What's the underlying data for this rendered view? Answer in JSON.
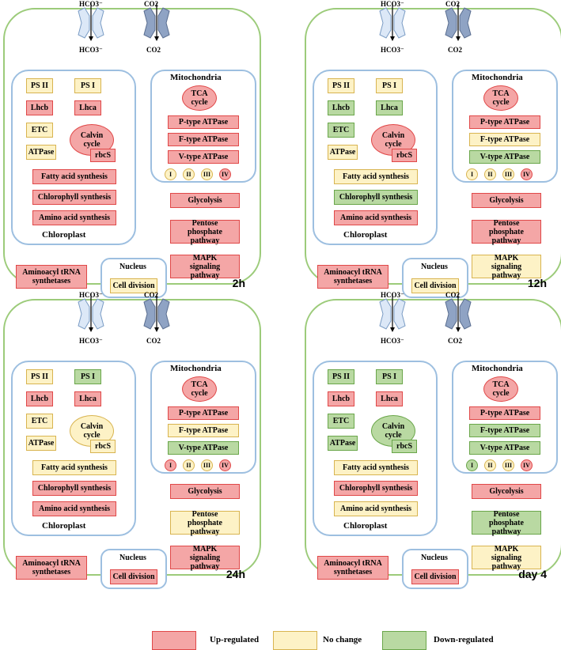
{
  "labels": {
    "hco3": "HCO3⁻",
    "co2": "CO2",
    "mitochondria": "Mitochondria",
    "chloroplast": "Chloroplast",
    "nucleus": "Nucleus",
    "ps2": "PS II",
    "ps1": "PS I",
    "lhcb": "Lhcb",
    "lhca": "Lhca",
    "etc": "ETC",
    "atpase": "ATPase",
    "calvin": "Calvin cycle",
    "rbcs": "rbcS",
    "fatty": "Fatty acid synthesis",
    "chloro_syn": "Chlorophyll synthesis",
    "amino": "Amino acid synthesis",
    "tca": "TCA cycle",
    "ptype": "P-type ATPase",
    "ftype": "F-type ATPase",
    "vtype": "V-type ATPase",
    "glycolysis": "Glycolysis",
    "pentose": "Pentose phosphate pathway",
    "mapk": "MAPK signaling pathway",
    "trna": "Aminoacyl tRNA synthetases",
    "celldiv": "Cell division",
    "c1": "I",
    "c2": "II",
    "c3": "III",
    "c4": "IV"
  },
  "legend": [
    {
      "label": "Up-regulated",
      "state": "up"
    },
    {
      "label": "No change",
      "state": "nc"
    },
    {
      "label": "Down-regulated",
      "state": "dn"
    }
  ],
  "colors": {
    "up_fill": "#f4a6a6",
    "nc_fill": "#fdf2c6",
    "dn_fill": "#b9d9a2",
    "cell_border": "#9ccb7a",
    "organelle_border": "#9dbfe0"
  },
  "panels": [
    {
      "time": "2h",
      "states": {
        "ps2": "nc",
        "ps1": "nc",
        "lhcb": "up",
        "lhca": "up",
        "etc": "nc",
        "atpase": "nc",
        "calvin": "up",
        "rbcs": "up",
        "fatty": "up",
        "chloro_syn": "up",
        "amino": "up",
        "tca": "up",
        "ptype": "up",
        "ftype": "up",
        "vtype": "up",
        "c1": "nc",
        "c2": "nc",
        "c3": "nc",
        "c4": "up",
        "glycolysis": "up",
        "pentose": "up",
        "mapk": "up",
        "trna": "up",
        "celldiv": "nc"
      }
    },
    {
      "time": "12h",
      "states": {
        "ps2": "nc",
        "ps1": "nc",
        "lhcb": "dn",
        "lhca": "dn",
        "etc": "dn",
        "atpase": "nc",
        "calvin": "up",
        "rbcs": "up",
        "fatty": "nc",
        "chloro_syn": "dn",
        "amino": "up",
        "tca": "up",
        "ptype": "up",
        "ftype": "nc",
        "vtype": "dn",
        "c1": "nc",
        "c2": "nc",
        "c3": "nc",
        "c4": "up",
        "glycolysis": "up",
        "pentose": "up",
        "mapk": "nc",
        "trna": "up",
        "celldiv": "nc"
      }
    },
    {
      "time": "24h",
      "states": {
        "ps2": "nc",
        "ps1": "dn",
        "lhcb": "up",
        "lhca": "up",
        "etc": "nc",
        "atpase": "nc",
        "calvin": "nc",
        "rbcs": "nc",
        "fatty": "nc",
        "chloro_syn": "up",
        "amino": "up",
        "tca": "up",
        "ptype": "up",
        "ftype": "nc",
        "vtype": "dn",
        "c1": "up",
        "c2": "nc",
        "c3": "nc",
        "c4": "up",
        "glycolysis": "up",
        "pentose": "nc",
        "mapk": "up",
        "trna": "up",
        "celldiv": "up"
      }
    },
    {
      "time": "day 4",
      "states": {
        "ps2": "dn",
        "ps1": "dn",
        "lhcb": "up",
        "lhca": "up",
        "etc": "dn",
        "atpase": "dn",
        "calvin": "dn",
        "rbcs": "dn",
        "fatty": "nc",
        "chloro_syn": "up",
        "amino": "nc",
        "tca": "up",
        "ptype": "up",
        "ftype": "dn",
        "vtype": "dn",
        "c1": "dn",
        "c2": "nc",
        "c3": "nc",
        "c4": "up",
        "glycolysis": "up",
        "pentose": "dn",
        "mapk": "nc",
        "trna": "up",
        "celldiv": "up"
      }
    }
  ]
}
